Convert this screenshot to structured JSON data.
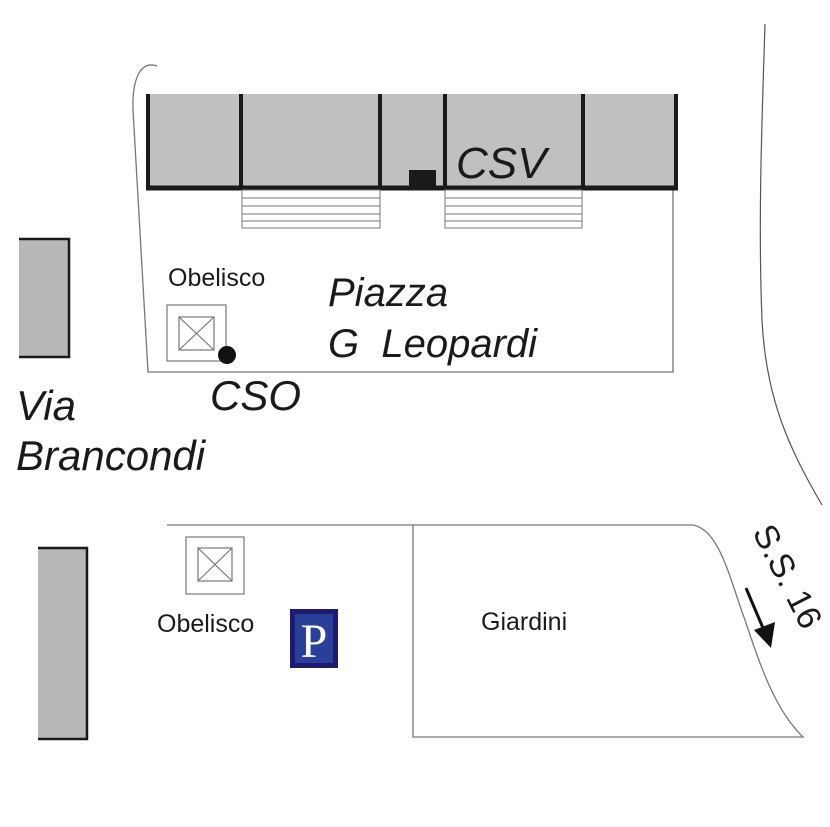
{
  "map": {
    "colors": {
      "building_fill": "#c0c0c0",
      "side_building_fill": "#b8b8b8",
      "wall_stroke": "#1a1a1a",
      "thin_line": "#777777",
      "parking_bg": "#1e1a6e",
      "parking_inner": "#2a3f9a",
      "parking_letter": "#ffffff"
    },
    "labels": {
      "csv": "CSV",
      "piazza_line1": "Piazza",
      "piazza_line2": "G  Leopardi",
      "obelisco_top": "Obelisco",
      "cso": "CSO",
      "via_line1": "Via",
      "via_line2": "Brancondi",
      "obelisco_bottom": "Obelisco",
      "giardini": "Giardini",
      "road": "S.S. 16",
      "parking": "P"
    },
    "icons": {
      "obelisk_top": "obelisk-icon",
      "obelisk_bottom": "obelisk-icon",
      "cso_marker": "location-dot-icon",
      "csv_marker": "entrance-marker-icon",
      "parking": "parking-sign-icon",
      "direction_arrow": "arrow-down-icon"
    }
  }
}
